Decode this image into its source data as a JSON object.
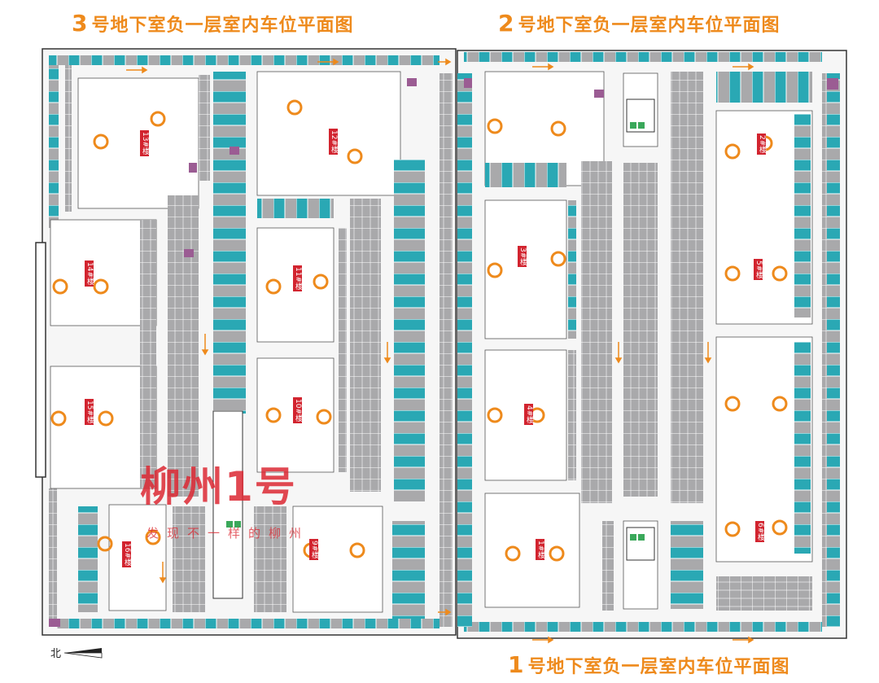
{
  "titles": {
    "b3": {
      "num": "3",
      "text": "号地下室负一层室内车位平面图"
    },
    "b2": {
      "num": "2",
      "text": "号地下室负一层室内车位平面图"
    },
    "b1": {
      "num": "1",
      "text": "号地下室负一层室内车位平面图"
    }
  },
  "compass": {
    "label": "北"
  },
  "watermark": {
    "brand": "柳州1号",
    "slogan": "发现不一样的柳州"
  },
  "buildings": [
    {
      "label": "13#楼"
    },
    {
      "label": "12#楼"
    },
    {
      "label": "14#楼"
    },
    {
      "label": "11#楼"
    },
    {
      "label": "15#楼"
    },
    {
      "label": "10#楼"
    },
    {
      "label": "16#楼"
    },
    {
      "label": "9#楼"
    },
    {
      "label": "3#楼"
    },
    {
      "label": "4#楼"
    },
    {
      "label": "2#楼"
    },
    {
      "label": "5#楼"
    },
    {
      "label": "1#楼"
    },
    {
      "label": "6#楼"
    }
  ],
  "colors": {
    "title": "#ee8a1c",
    "parking_gray": "#a9a9ab",
    "parking_teal": "#2aa8b4",
    "parking_purple": "#9b5c93",
    "building_label": "#d2242f",
    "arrow": "#ee8a1c"
  }
}
